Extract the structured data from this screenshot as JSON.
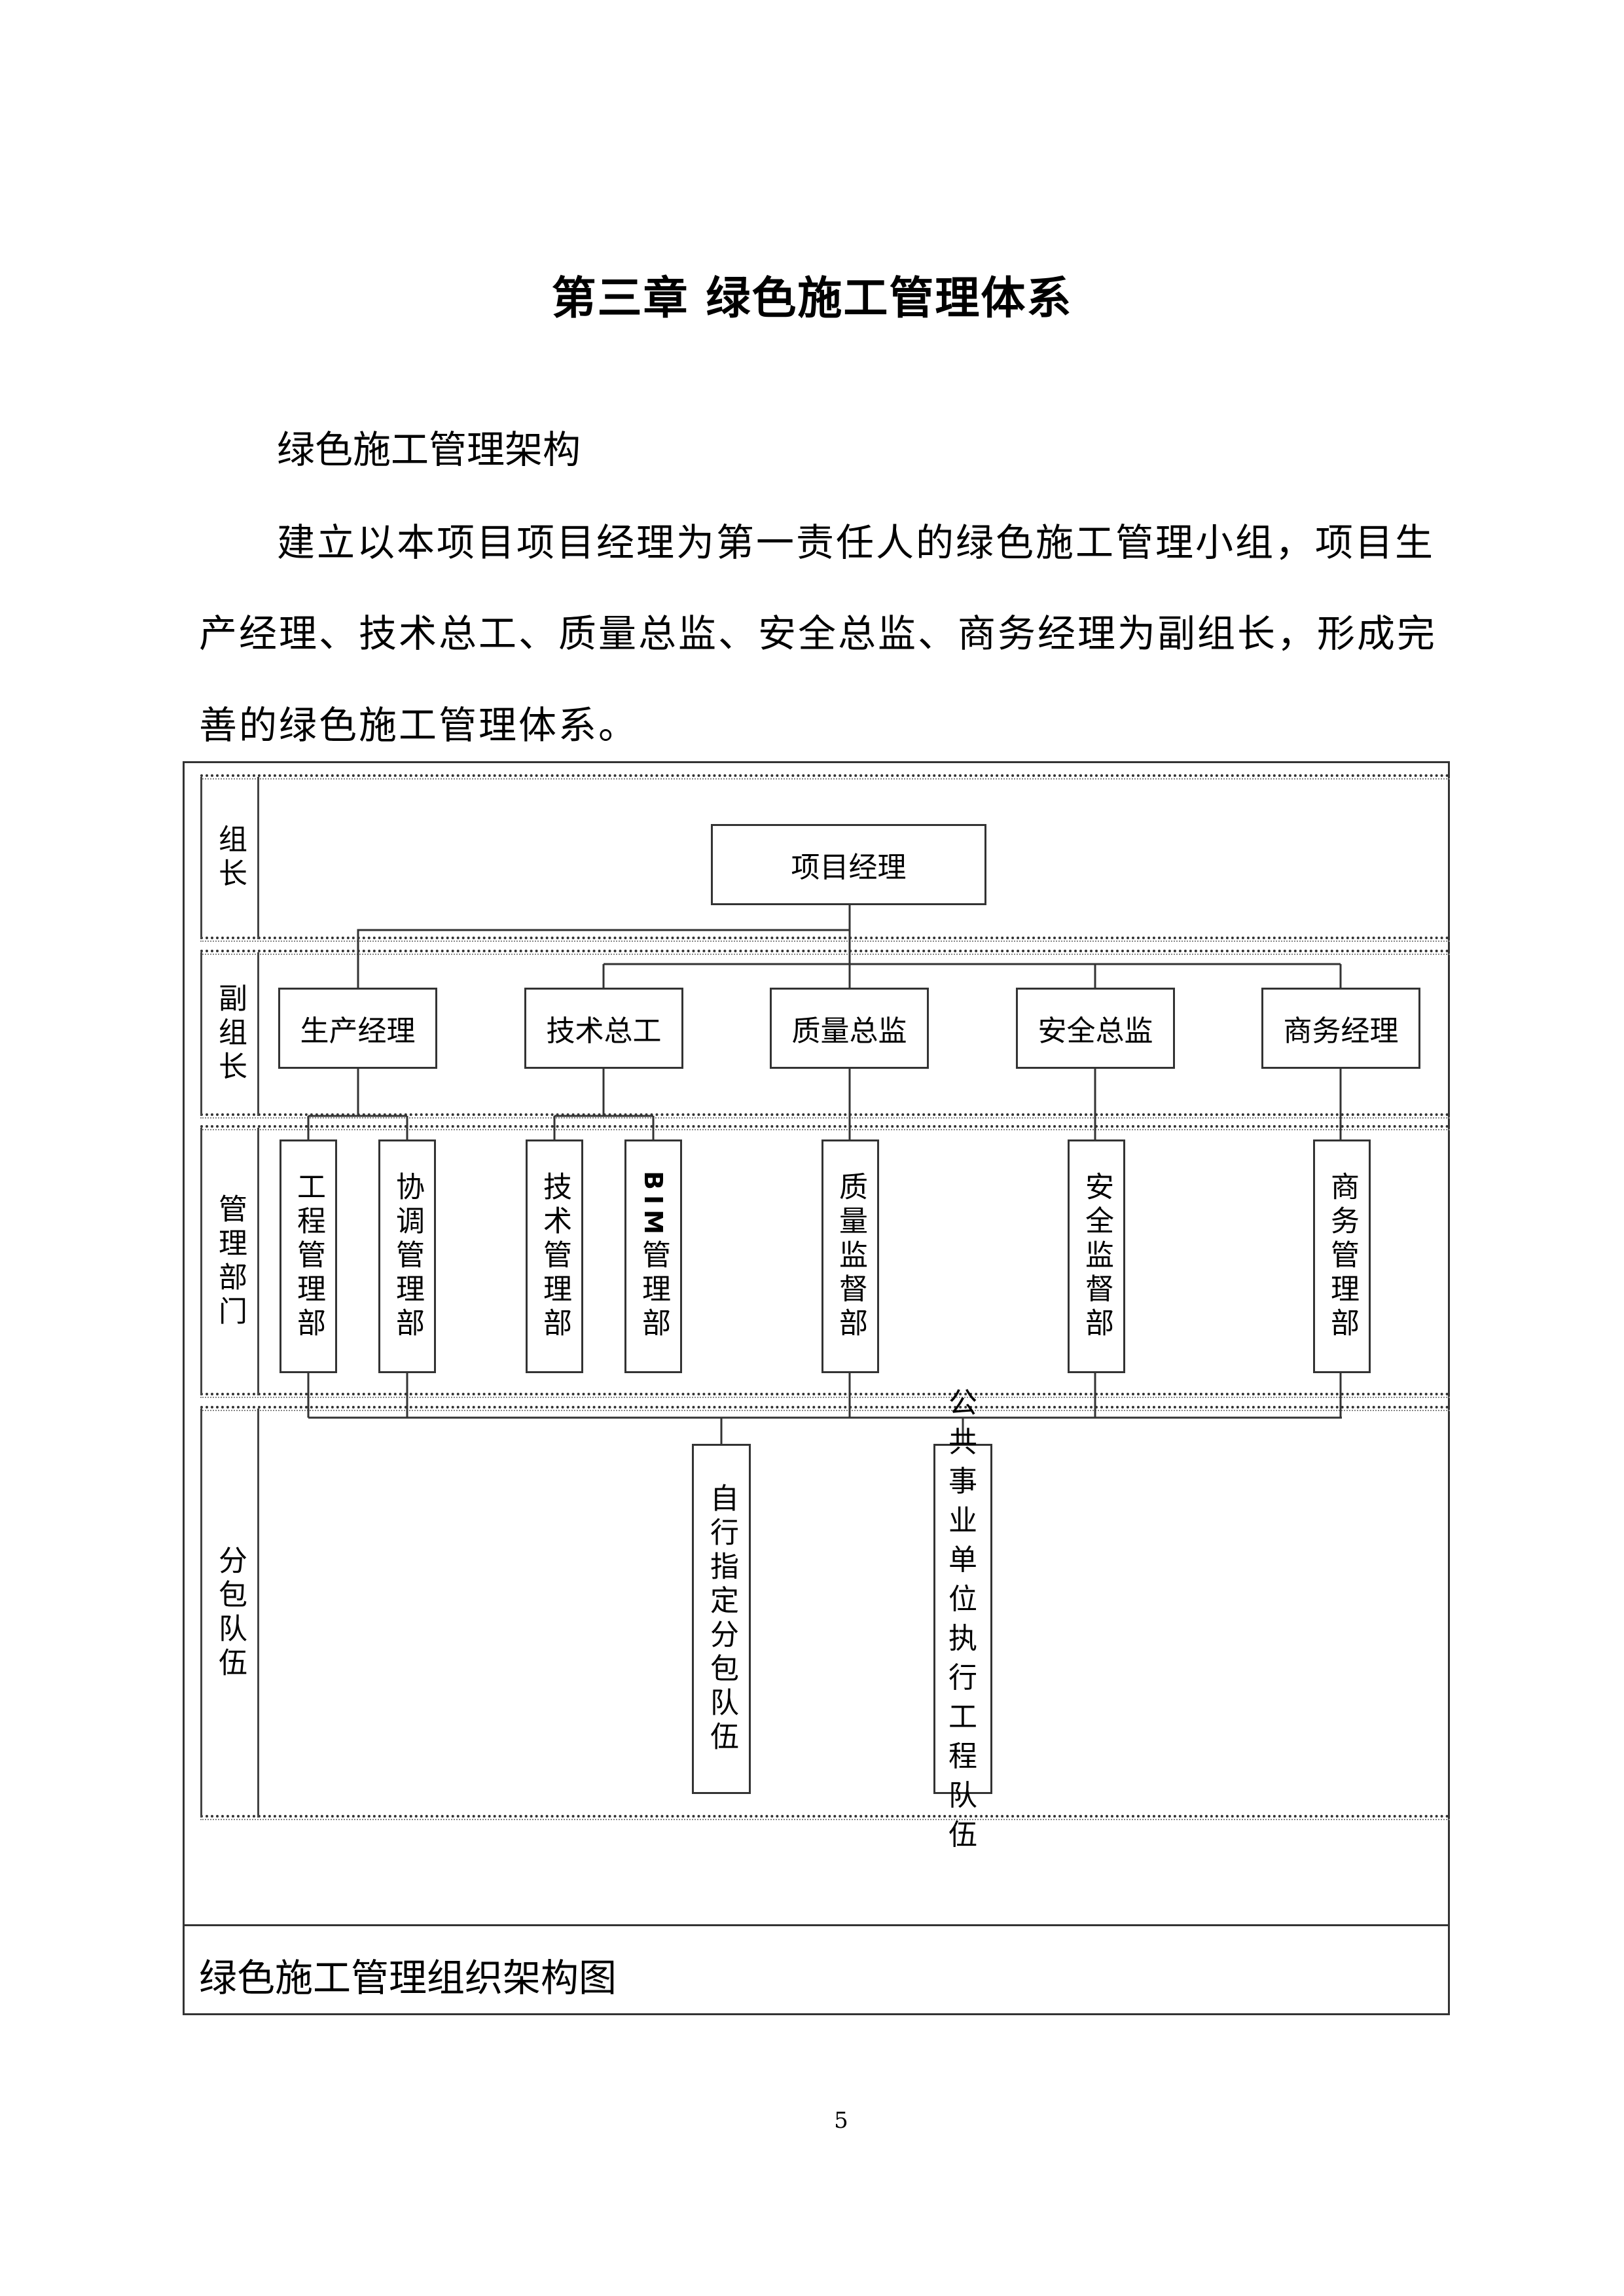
{
  "heading": "第三章  绿色施工管理体系",
  "subheading": "绿色施工管理架构",
  "paragraph_lines": [
    "建立以本项目项目经理为第一责任人的绿色施工管理小组，项目生",
    "产经理、技术总工、质量总监、安全总监、商务经理为副组长，形成完",
    "善的绿色施工管理体系。"
  ],
  "diagram": {
    "lanes": [
      "组长",
      "副组长",
      "管理部门",
      "分包队伍"
    ],
    "leader": "项目经理",
    "deputies": [
      "生产经理",
      "技术总工",
      "质量总监",
      "安全总监",
      "商务经理"
    ],
    "departments": [
      "工程管理部",
      "协调管理部",
      "技术管理部",
      "BIM管理部",
      "质量监督部",
      "安全监督部",
      "商务管理部"
    ],
    "bim_prefix": "BIM",
    "bim_suffix": "管理部",
    "subcontractors": [
      "自行指定分包队伍",
      "公共事业单位执行工程队伍"
    ]
  },
  "caption": "绿色施工管理组织架构图",
  "page_number": "5"
}
